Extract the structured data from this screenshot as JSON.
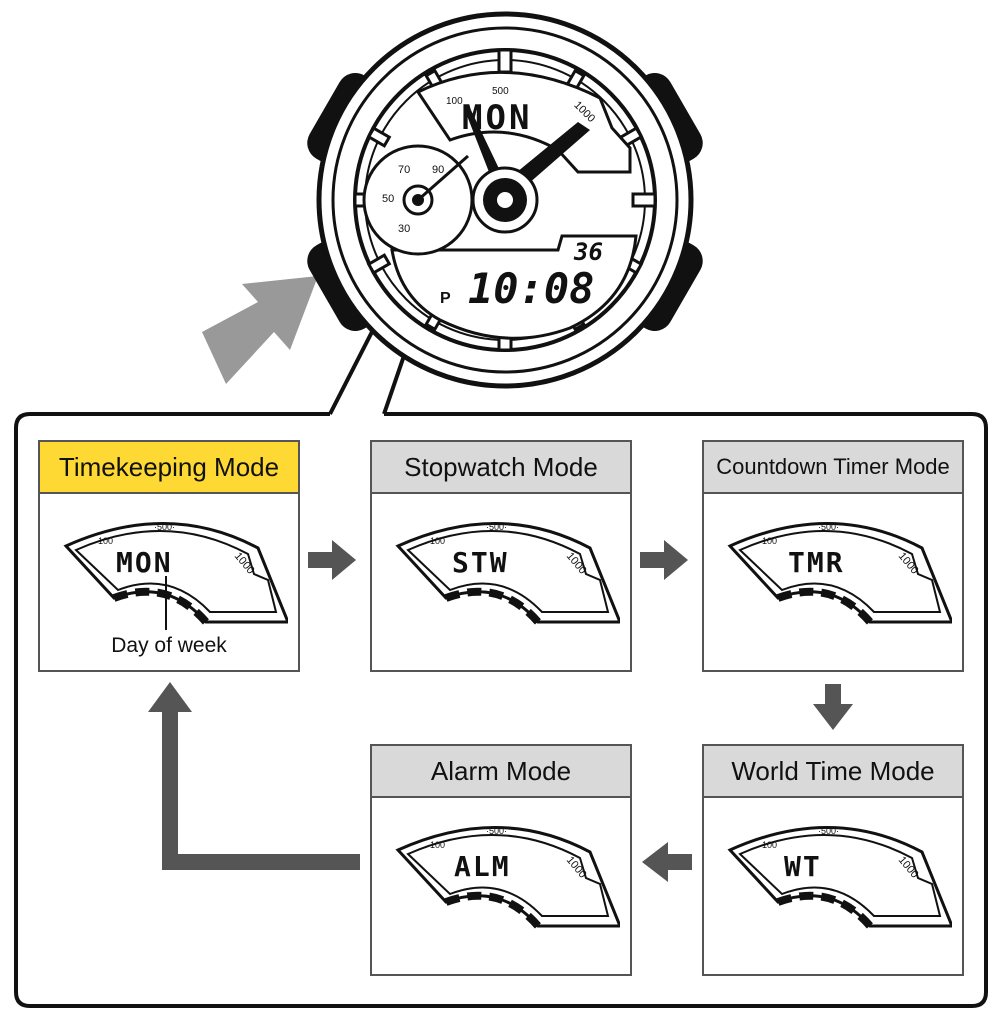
{
  "watch": {
    "top_display": "MON",
    "scale_labels": [
      "100",
      "500",
      "1000"
    ],
    "subdial_labels": [
      "70",
      "50",
      "30",
      "90"
    ],
    "seconds_display": "36",
    "time_display": "10:08",
    "ampm_indicator": "P"
  },
  "modes": [
    {
      "id": "timekeeping",
      "title": "Timekeeping Mode",
      "display": "MON",
      "caption": "Day of week",
      "active": true
    },
    {
      "id": "stopwatch",
      "title": "Stopwatch Mode",
      "display": "STW"
    },
    {
      "id": "countdown",
      "title": "Countdown Timer Mode",
      "display": "TMR"
    },
    {
      "id": "world-time",
      "title": "World Time Mode",
      "display": "WT"
    },
    {
      "id": "alarm",
      "title": "Alarm Mode",
      "display": "ALM"
    }
  ],
  "colors": {
    "active_title": "#ffd933",
    "inactive_title": "#d9d9d9",
    "arrow": "#555555",
    "pointer_arrow": "#999999"
  }
}
